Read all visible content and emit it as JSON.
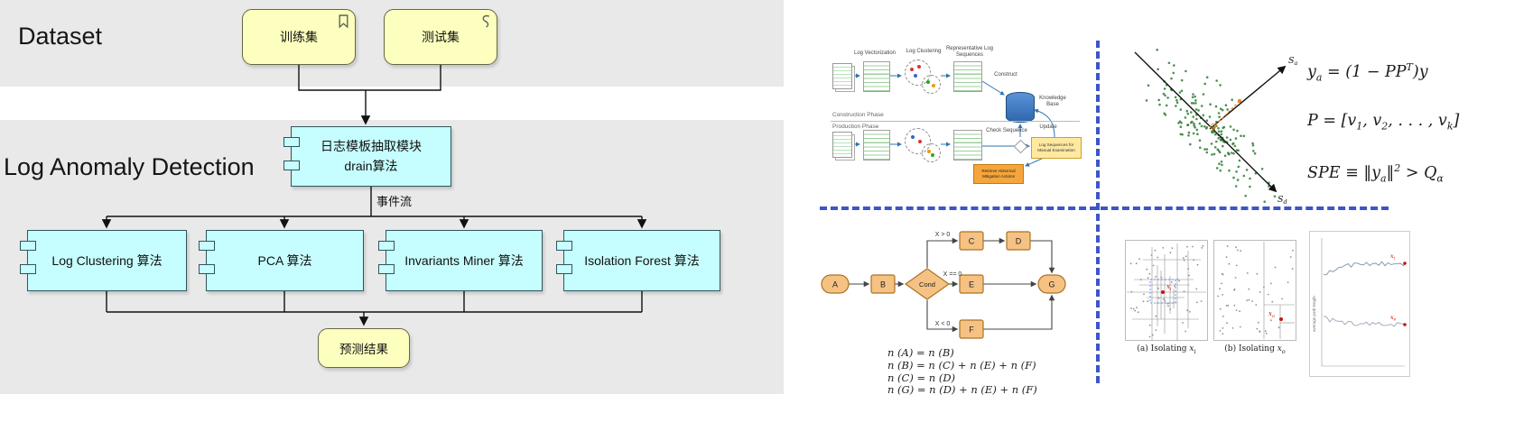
{
  "diagram": {
    "dataset": {
      "label": "Dataset",
      "train": "训练集",
      "test": "测试集"
    },
    "detection": {
      "label": "Log Anomaly Detection",
      "extractor_line1": "日志模板抽取模块",
      "extractor_line2": "drain算法",
      "event_stream": "事件流",
      "algorithms": [
        {
          "label": "Log Clustering 算法"
        },
        {
          "label": "PCA 算法"
        },
        {
          "label": "Invariants Miner 算法"
        },
        {
          "label": "Isolation Forest 算法"
        }
      ],
      "result": "预测结果"
    }
  },
  "figures": {
    "logcluster": {
      "label_vectorization": "Log Vectorization",
      "label_clustering": "Log Clustering",
      "label_representative_1": "Representative Log",
      "label_representative_2": "Sequences",
      "construction_phase": "Construction Phase",
      "production_phase": "Production Phase",
      "construct": "Construct",
      "update": "Update",
      "check_sequence": "Check Sequence",
      "knowledge_base_1": "Knowledge",
      "knowledge_base_2": "Base",
      "manual_1": "Log Sequences for",
      "manual_2": "Manual Examination",
      "mitigation_1": "Retrieve Historical",
      "mitigation_2": "Mitigation Actions"
    },
    "pca": {
      "axis_d": {
        "t": "S",
        "s": "d"
      },
      "axis_a": {
        "t": "S",
        "s": "a"
      },
      "f1": {
        "t1": "y",
        "s1": "a",
        "t2": " = (1 − PP",
        "p1": "T",
        "t3": ")y"
      },
      "f2": {
        "t1": "P = [v",
        "s1": "1",
        "t2": ", v",
        "s2": "2",
        "t3": ", . . . , v",
        "s3": "k",
        "t4": "]"
      },
      "f3": {
        "t1": "SPE ≡ ‖y",
        "s1": "a",
        "t2": "‖",
        "p1": "2",
        "t3": " > Q",
        "s2": "α"
      }
    },
    "invariants": {
      "node_a": "A",
      "node_b": "B",
      "node_cond": "Cond",
      "node_c": "C",
      "node_d": "D",
      "node_e": "E",
      "node_f": "F",
      "node_g": "G",
      "edge_gt": "X > 0",
      "edge_eq": "X == 0",
      "edge_lt": "X < 0",
      "equations": [
        "n (A) = n (B)",
        "n (B) = n (C) + n (E) + n (F)",
        "n (C) = n (D)",
        "n (G) = n (D) + n (E) + n (F)"
      ]
    },
    "iforest": {
      "caption_a": {
        "pre": "(a) Isolating ",
        "var": "x",
        "sub": "i"
      },
      "caption_b": {
        "pre": "(b) Isolating ",
        "var": "x",
        "sub": "o"
      },
      "xi": {
        "var": "x",
        "sub": "i"
      },
      "xo": {
        "var": "x",
        "sub": "o"
      },
      "ylabel": "average path length"
    }
  }
}
